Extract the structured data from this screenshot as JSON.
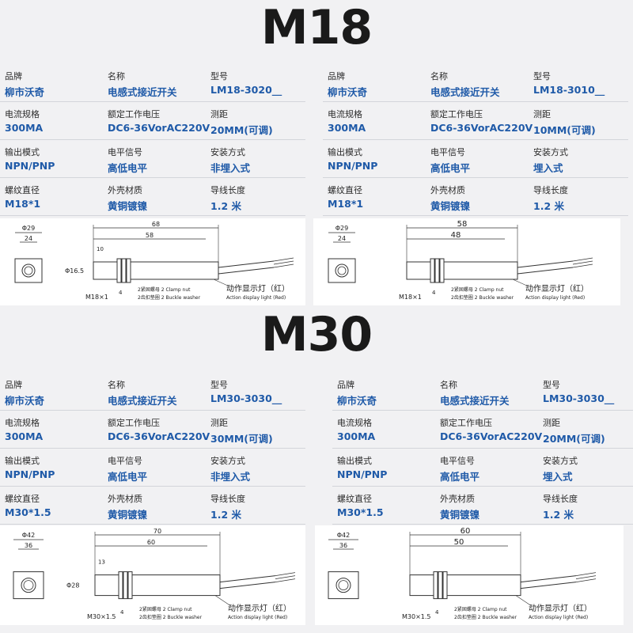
{
  "headings": [
    "M18",
    "M30"
  ],
  "panels": [
    {
      "labels": [
        "品牌",
        "名称",
        "型号",
        "电流规格",
        "额定工作电压",
        "测距",
        "输出模式",
        "电平信号",
        "安装方式",
        "螺纹直径",
        "外壳材质",
        "导线长度"
      ],
      "values": [
        "柳市沃奇",
        "电感式接近开关",
        "LM18-3020__",
        "300MA",
        "DC6-36VorAC220V",
        "20MM(可调)",
        "NPN/PNP",
        "高低电平",
        "非埋入式",
        "M18*1",
        "黄铜镀镍",
        "1.2 米"
      ]
    },
    {
      "labels": [
        "品牌",
        "名称",
        "型号",
        "电流规格",
        "额定工作电压",
        "测距",
        "输出模式",
        "电平信号",
        "安装方式",
        "螺纹直径",
        "外壳材质",
        "导线长度"
      ],
      "values": [
        "柳市沃奇",
        "电感式接近开关",
        "LM18-3010__",
        "300MA",
        "DC6-36VorAC220V",
        "10MM(可调)",
        "NPN/PNP",
        "高低电平",
        "埋入式",
        "M18*1",
        "黄铜镀镍",
        "1.2 米"
      ]
    },
    {
      "labels": [
        "品牌",
        "名称",
        "型号",
        "电流规格",
        "额定工作电压",
        "测距",
        "输出模式",
        "电平信号",
        "安装方式",
        "螺纹直径",
        "外壳材质",
        "导线长度"
      ],
      "values": [
        "柳市沃奇",
        "电感式接近开关",
        "LM30-3030__",
        "300MA",
        "DC6-36VorAC220V",
        "30MM(可调)",
        "NPN/PNP",
        "高低电平",
        "非埋入式",
        "M30*1.5",
        "黄铜镀镍",
        "1.2 米"
      ]
    },
    {
      "labels": [
        "品牌",
        "名称",
        "型号",
        "电流规格",
        "额定工作电压",
        "测距",
        "输出模式",
        "电平信号",
        "安装方式",
        "螺纹直径",
        "外壳材质",
        "导线长度"
      ],
      "values": [
        "柳市沃奇",
        "电感式接近开关",
        "LM30-3030__",
        "300MA",
        "DC6-36VorAC220V",
        "20MM(可调)",
        "NPN/PNP",
        "高低电平",
        "埋入式",
        "M30*1.5",
        "黄铜镀镍",
        "1.2 米"
      ]
    }
  ],
  "drawings": [
    {
      "hex_dia": "Φ29",
      "hex_flat": "24",
      "overall": "68",
      "body": "58",
      "front": "10",
      "cable_dia": "Φ16.5",
      "thread": "M18×1",
      "thickness": "4",
      "clamp_nut": "2紧固螺母 2 Clamp nut",
      "washer": "2齿扣垫圈 2 Buckle washer",
      "light_cn": "动作显示灯（红）",
      "light_en": "Action display light (Red)"
    },
    {
      "hex_dia": "Φ29",
      "hex_flat": "24",
      "overall": "58",
      "body": "48",
      "front": "",
      "cable_dia": "",
      "thread": "M18×1",
      "thickness": "4",
      "clamp_nut": "2紧固螺母 2 Clamp nut",
      "washer": "2齿扣垫圈 2 Buckle washer",
      "light_cn": "动作显示灯（红）",
      "light_en": "Action display light (Red)"
    },
    {
      "hex_dia": "Φ42",
      "hex_flat": "36",
      "overall": "70",
      "body": "60",
      "front": "13",
      "cable_dia": "Φ28",
      "thread": "M30×1.5",
      "thickness": "4",
      "clamp_nut": "2紧固螺母 2 Clamp nut",
      "washer": "2齿扣垫圈 2 Buckle washer",
      "light_cn": "动作显示灯（红）",
      "light_en": "Action display light (Red)"
    },
    {
      "hex_dia": "Φ42",
      "hex_flat": "36",
      "overall": "60",
      "body": "50",
      "front": "",
      "cable_dia": "",
      "thread": "M30×1.5",
      "thickness": "4",
      "clamp_nut": "2紧固螺母 2 Clamp nut",
      "washer": "2齿扣垫圈 2 Buckle washer",
      "light_cn": "动作显示灯（红）",
      "light_en": "Action display light (Red)"
    }
  ]
}
